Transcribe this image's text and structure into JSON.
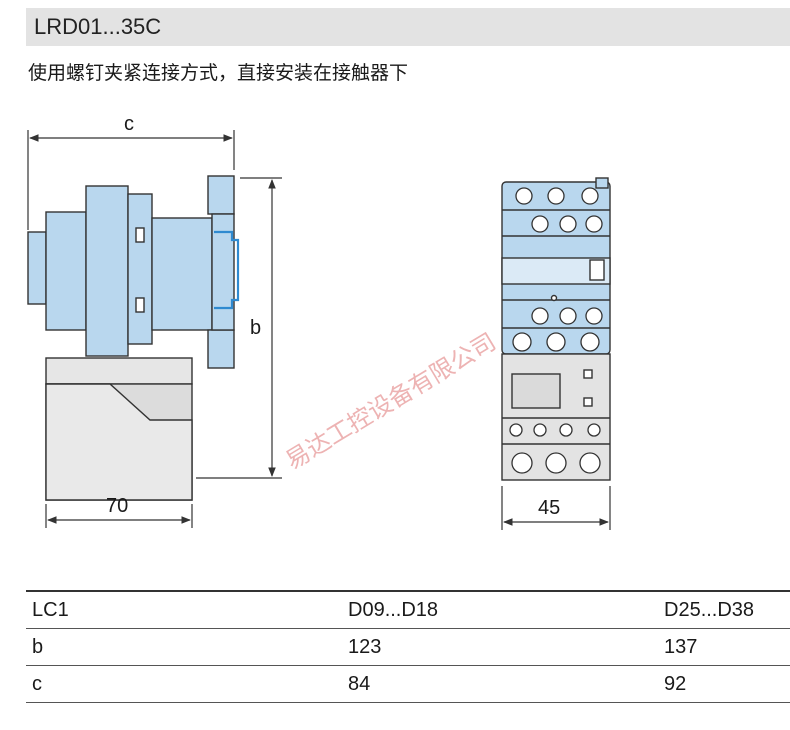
{
  "title": "LRD01...35C",
  "subtitle": "使用螺钉夹紧连接方式，直接安装在接触器下",
  "dimensions": {
    "c_label": "c",
    "b_label": "b",
    "depth_label": "70",
    "width_label": "45"
  },
  "watermark": "易达工控设备有限公司",
  "table": {
    "header": [
      "LC1",
      "D09...D18",
      "D25...D38"
    ],
    "rows": [
      [
        "b",
        "123",
        "137"
      ],
      [
        "c",
        "84",
        "92"
      ]
    ]
  },
  "colors": {
    "contactor_blue": "#b9d7ee",
    "relay_gray": "#e6e6e6",
    "outline": "#333333",
    "clip_blue": "#2f8ad0"
  }
}
